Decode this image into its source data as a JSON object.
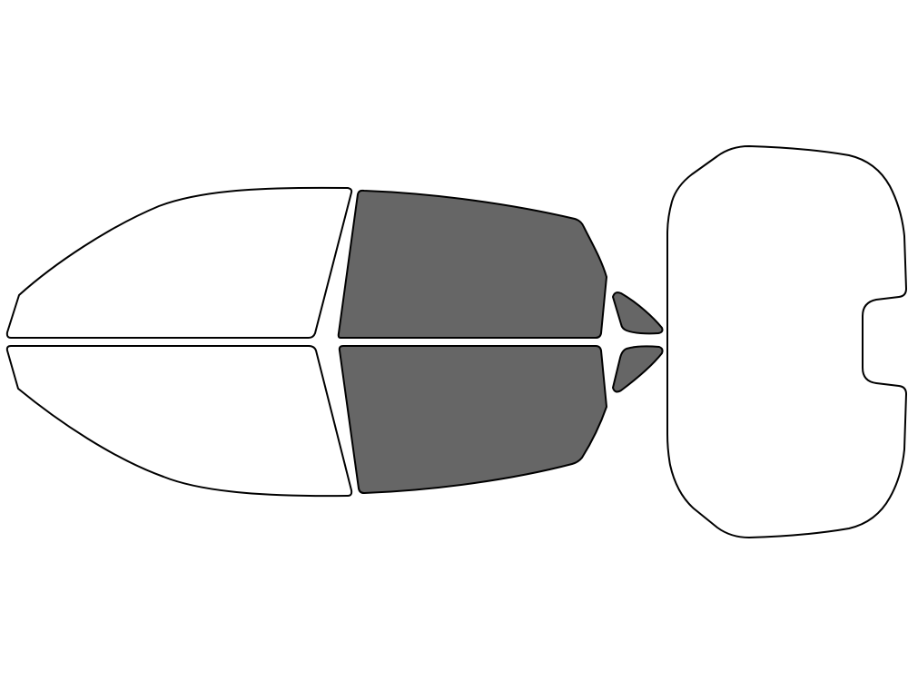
{
  "colors": {
    "background": "#ffffff",
    "outline": "#000000",
    "clear_glass": "#ffffff",
    "tinted_glass": "#666666"
  },
  "windows": [
    {
      "id": "windshield-upper-half",
      "tinted": false
    },
    {
      "id": "windshield-lower-half",
      "tinted": false
    },
    {
      "id": "front-door-window-upper",
      "tinted": true
    },
    {
      "id": "front-door-window-lower",
      "tinted": true
    },
    {
      "id": "quarter-window-upper",
      "tinted": true
    },
    {
      "id": "quarter-window-lower",
      "tinted": true
    },
    {
      "id": "rear-window",
      "tinted": false
    }
  ]
}
